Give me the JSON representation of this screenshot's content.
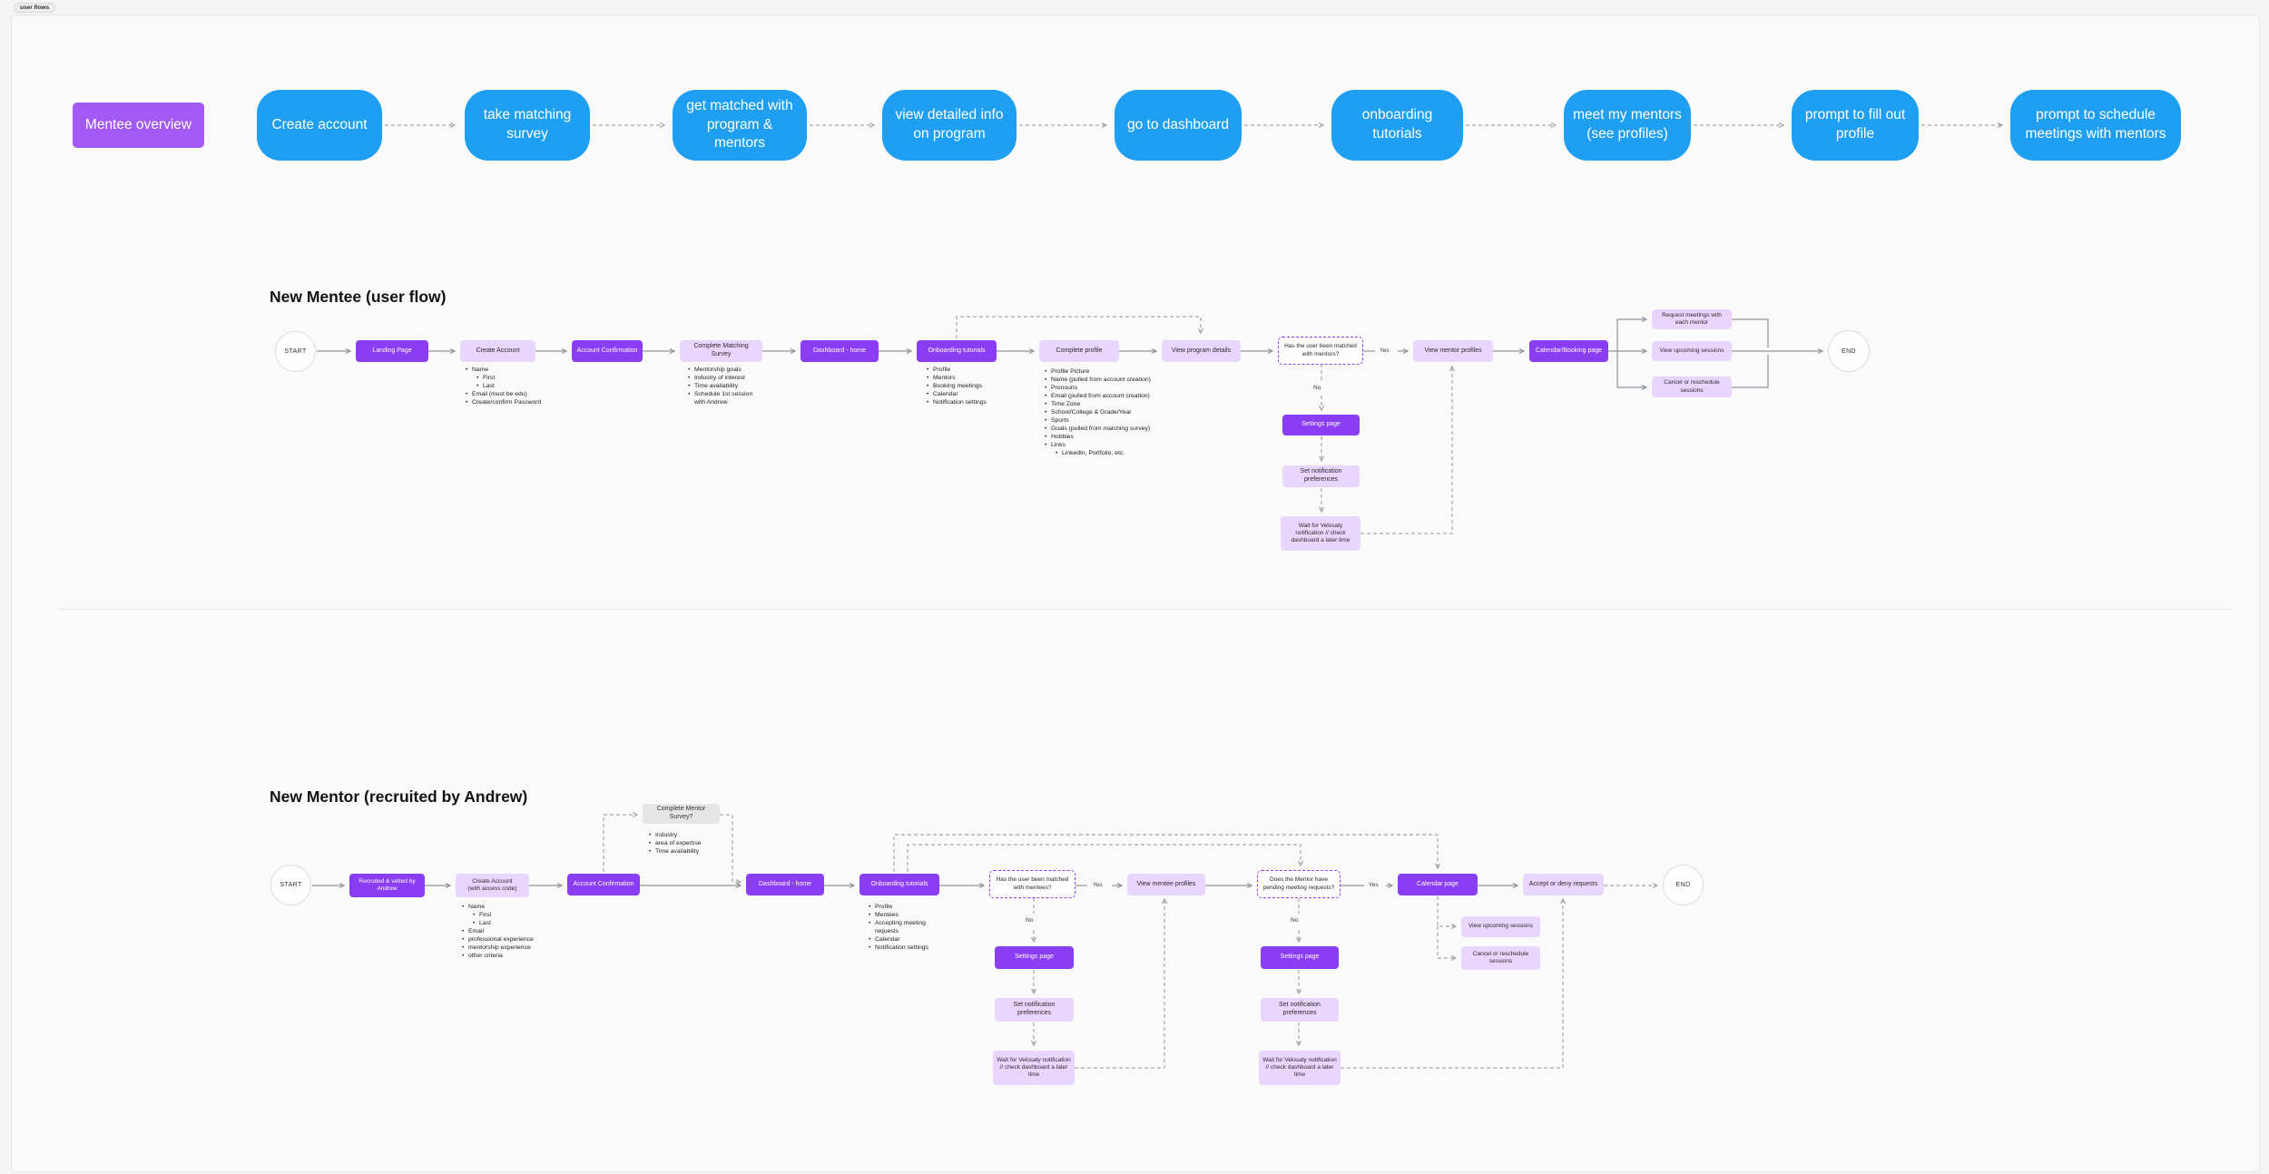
{
  "tab": {
    "label": "user flows"
  },
  "colors": {
    "overview_blue": "#1F9FF2",
    "overview_purple": "#A35AF5",
    "node_purple_solid": "#8B3DF3",
    "node_purple_light": "#E9D6FE",
    "decision_border": "#8E3FF3",
    "gray_box": "#E5E5E6",
    "connector_solid": "#8F949C",
    "connector_dashed": "#A6A6A8"
  },
  "overview": {
    "steps": [
      {
        "label": "Mentee overview"
      },
      {
        "label": "Create account"
      },
      {
        "label": "take matching survey"
      },
      {
        "label": "get matched with program & mentors"
      },
      {
        "label": "view detailed info on program"
      },
      {
        "label": "go to dashboard"
      },
      {
        "label": "onboarding tutorials"
      },
      {
        "label": "meet my mentors (see profiles)"
      },
      {
        "label": "prompt to fill out profile"
      },
      {
        "label": "prompt to schedule meetings with mentors"
      }
    ]
  },
  "mentee": {
    "title": "New Mentee (user flow)",
    "start": "START",
    "end": "END",
    "yes": "Yes",
    "no": "No",
    "nodes": {
      "landing": "Landing Page",
      "create": "Create Account",
      "confirm": "Account Confirmation",
      "survey": "Complete Matching Survey",
      "dashboard": "Dashboard - home",
      "onboarding": "Onboarding tutorials",
      "profile": "Complete profile",
      "program": "View program details",
      "decision": "Has the user been matched with mentors?",
      "mentor_profiles": "View mentor profiles",
      "calendar": "Calendar/Booking page",
      "request": "Request meetings with each mentor",
      "upcoming": "View upcoming sessions",
      "cancel": "Cancel or reschedule sessions",
      "settings": "Settings page",
      "notifications": "Set notification preferences",
      "wait": "Wait for Velosaty notification // check dashboard a later time"
    },
    "notes": {
      "create": [
        "Name",
        "First",
        "Last",
        "Email (must be edu)",
        "Create/confirm Password"
      ],
      "survey": [
        "Mentorship goals",
        "Industry of interest",
        "Time availability",
        "Schedule 1st session with Andrew"
      ],
      "onboarding": [
        "Profile",
        "Mentors",
        "Booking meetings",
        "Calendar",
        "Notification settings"
      ],
      "profile": [
        "Profile Picture",
        "Name (pulled from account creation)",
        "Pronouns",
        "Email (pulled from account creation)",
        "Time Zone",
        "School/College & Grade/Year",
        "Sports",
        "Goals (pulled from matching survey)",
        "Hobbies",
        "Links",
        "LinkedIn, Portfolio, etc."
      ]
    }
  },
  "mentor": {
    "title": "New Mentor (recruited by Andrew)",
    "start": "START",
    "end": "END",
    "yes": "Yes",
    "no": "No",
    "nodes": {
      "recruited": "Recruited & vetted by Andrew",
      "create": "Create Account",
      "create_sub": "(with access code)",
      "confirm": "Account Confirmation",
      "survey_q": "Complete Mentor Survey?",
      "dashboard": "Dashboard - home",
      "onboarding": "Onboarding tutorials",
      "decision_matched": "Has the user been matched with mentees?",
      "mentee_profiles": "View mentee profiles",
      "decision_requests": "Does the Mentor have pending meeting requests?",
      "calendar": "Calendar page",
      "accept": "Accept or deny requests",
      "upcoming": "View upcoming sessions",
      "cancel": "Cancel or reschedule sessions",
      "settings": "Settings page",
      "notifications": "Set notification preferences",
      "wait": "Wait for Velosaty notification // check dashboard a later time"
    },
    "notes": {
      "create": [
        "Name",
        "First",
        "Last",
        "Email",
        "professional experience",
        "mentorship experience",
        "other criteria"
      ],
      "survey": [
        "Industry",
        "area of expertise",
        "Time availability"
      ],
      "onboarding": [
        "Profile",
        "Mentees",
        "Accepting meeting requests",
        "Calendar",
        "Notification settings"
      ]
    }
  }
}
